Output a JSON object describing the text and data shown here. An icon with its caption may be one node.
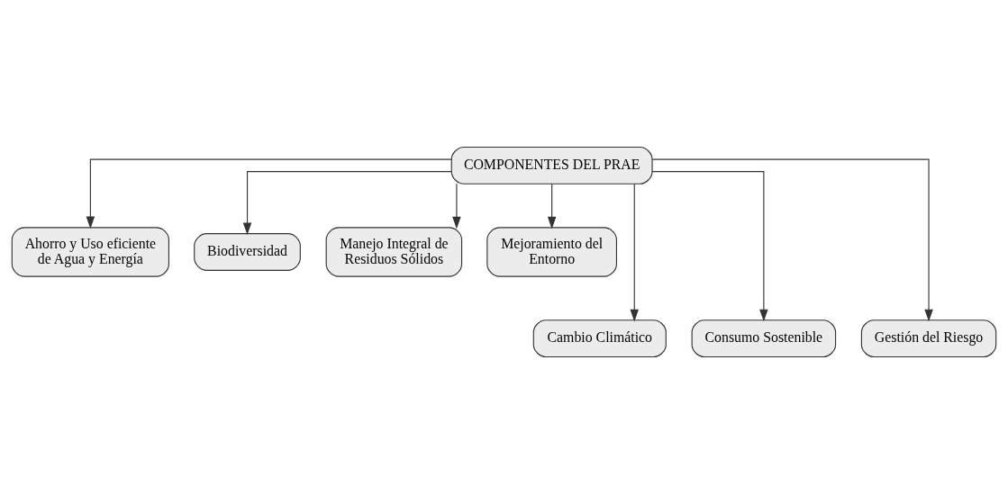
{
  "diagram": {
    "nodes": [
      {
        "text": [
          "COMPONENTES DEL PRAE"
        ]
      },
      {
        "text": [
          "Ahorro y Uso eficiente de Agua y Energía"
        ]
      },
      {
        "text": [
          "Biodiversidad"
        ]
      },
      {
        "text": [
          "Manejo Integral de Residuos Sólidos"
        ]
      },
      {
        "text": [
          "Mejoramiento del Entorno"
        ]
      },
      {
        "text": [
          "Cambio Climático"
        ]
      },
      {
        "text": [
          "Consumo Sostenible"
        ]
      },
      {
        "text": [
          "Gestión del Riesgo"
        ]
      }
    ],
    "edges": [
      {
        "from": 0,
        "to": 1,
        "arrow": "to"
      },
      {
        "from": 0,
        "to": 5,
        "arrow": "to"
      },
      {
        "from": 0,
        "to": 2,
        "arrow": "to"
      },
      {
        "from": 0,
        "to": 6,
        "arrow": "to"
      },
      {
        "from": 0,
        "to": 3,
        "arrow": "to"
      },
      {
        "from": 0,
        "to": 7,
        "arrow": "to"
      },
      {
        "from": 0,
        "to": 4,
        "arrow": "to"
      }
    ]
  }
}
